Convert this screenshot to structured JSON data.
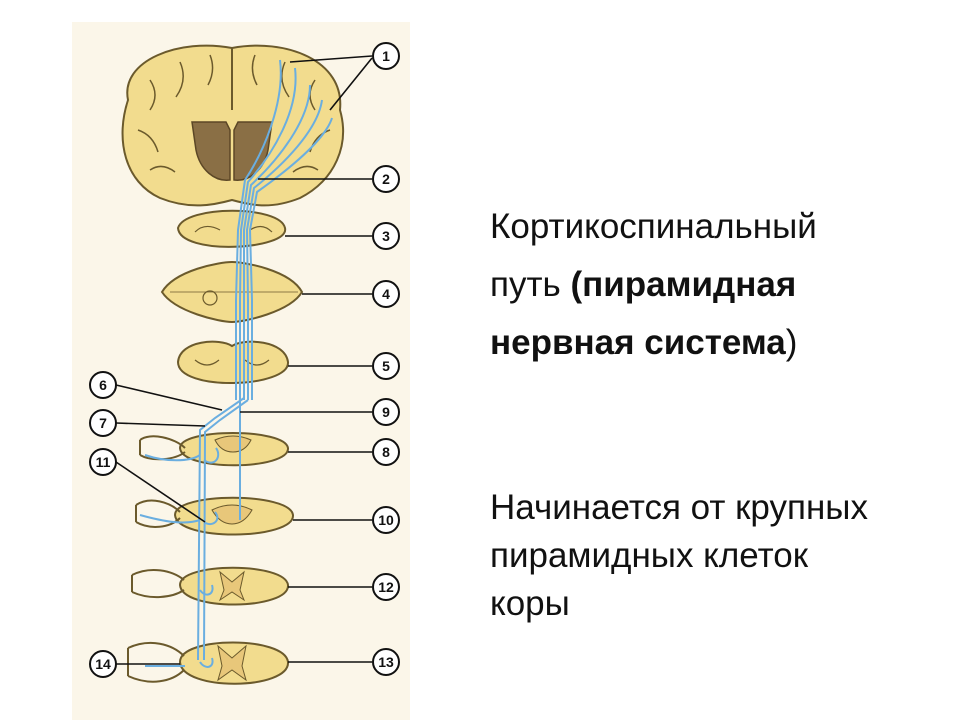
{
  "slide": {
    "title_line1": "Кортикоспинальный",
    "title_line2_plain": "путь ",
    "title_line2_bold": "(пирамидная",
    "title_line3_bold": "нервная система",
    "title_line3_plain": ")",
    "description_line1": "Начинается от крупных",
    "description_line2": "пирамидных клеток",
    "description_line3": "коры"
  },
  "diagram": {
    "callouts": [
      "1",
      "2",
      "3",
      "4",
      "5",
      "6",
      "7",
      "8",
      "9",
      "10",
      "11",
      "12",
      "13",
      "14"
    ],
    "colors": {
      "tissue": "#f2dc8e",
      "tissue_outline": "#6b5a2c",
      "ventricle": "#8a6f45",
      "tract": "#6aaee0",
      "grey_matter": "#e8c77a",
      "background_panel": "#fbf6e9"
    }
  }
}
